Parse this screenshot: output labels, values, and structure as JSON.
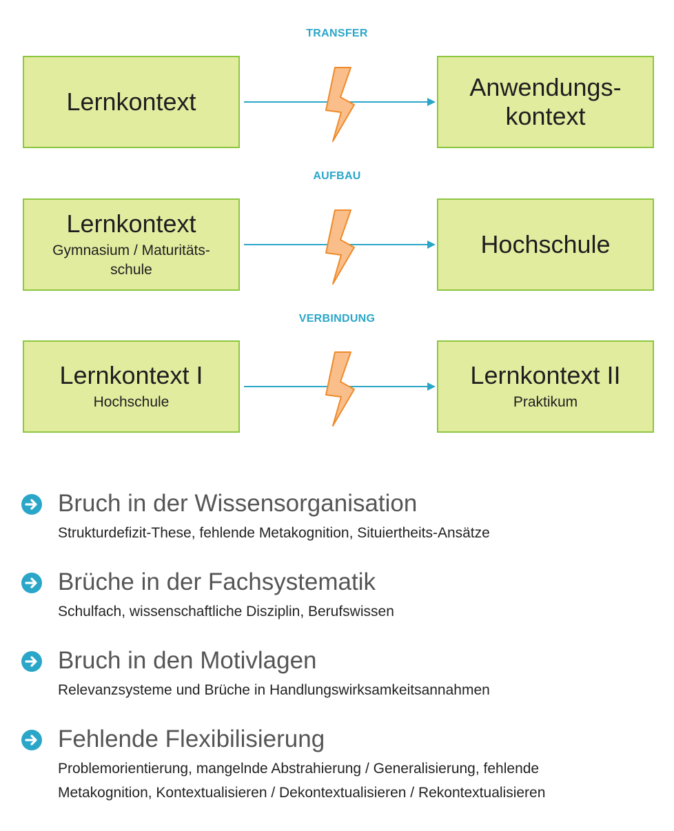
{
  "colors": {
    "accent": "#2aa6c8",
    "box_fill": "#e2ec9f",
    "box_border": "#8cc63f",
    "bolt_fill": "#f9be89",
    "bolt_stroke": "#ef8a2a"
  },
  "rows": [
    {
      "label": "TRANSFER",
      "left": {
        "title": "Lernkontext",
        "subtitle": ""
      },
      "right": {
        "title": "Anwendungs-\nkontext",
        "subtitle": ""
      }
    },
    {
      "label": "AUFBAU",
      "left": {
        "title": "Lernkontext",
        "subtitle": "Gymnasium / Maturitäts-\nschule"
      },
      "right": {
        "title": "Hochschule",
        "subtitle": ""
      }
    },
    {
      "label": "VERBINDUNG",
      "left": {
        "title": "Lernkontext I",
        "subtitle": "Hochschule"
      },
      "right": {
        "title": "Lernkontext II",
        "subtitle": "Praktikum"
      }
    }
  ],
  "bullets": [
    {
      "icon": "arrow-circle-right-icon",
      "title": "Bruch in der Wissensorganisation",
      "description": "Strukturdefizit-These, fehlende Metakognition, Situiertheits-Ansätze"
    },
    {
      "icon": "arrow-circle-right-icon",
      "title": "Brüche in der Fachsystematik",
      "description": "Schulfach, wissenschaftliche Disziplin, Berufswissen"
    },
    {
      "icon": "arrow-circle-right-icon",
      "title": "Bruch in den Motivlagen",
      "description": "Relevanzsysteme und Brüche in Handlungswirksamkeitsannahmen"
    },
    {
      "icon": "arrow-circle-right-icon",
      "title": "Fehlende Flexibilisierung",
      "description": "Problemorientierung, mangelnde Abstrahierung / Generalisierung, fehlende Metakognition, Kontextualisieren / Dekontextualisieren / Rekontextualisieren"
    }
  ]
}
